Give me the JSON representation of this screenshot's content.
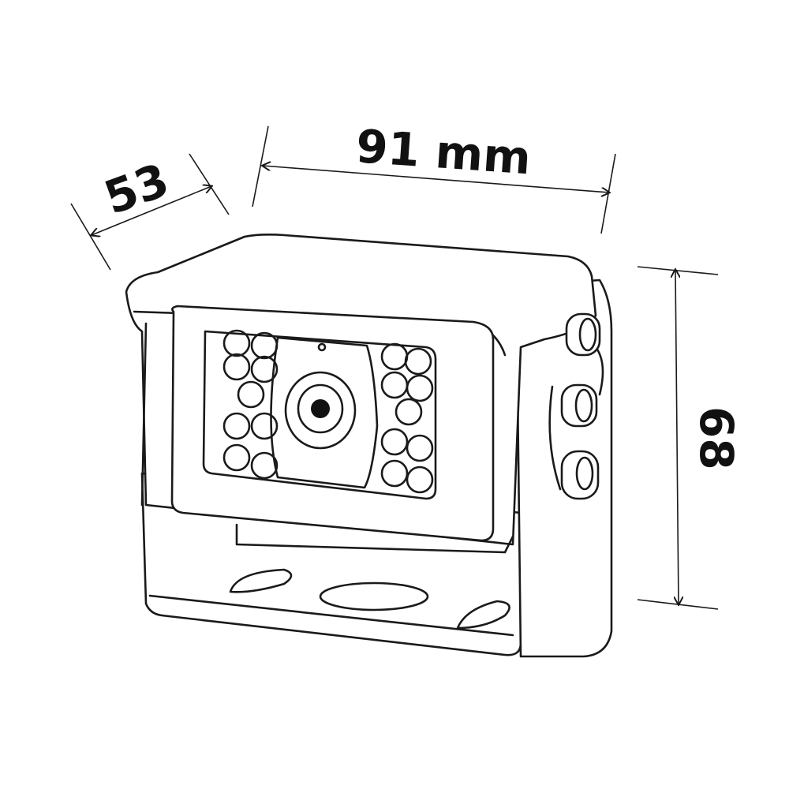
{
  "dimensions": {
    "depth_label": "53",
    "width_label": "91 mm",
    "height_label": "68"
  },
  "colors": {
    "line": "#1a1a1a",
    "background": "#ffffff"
  }
}
